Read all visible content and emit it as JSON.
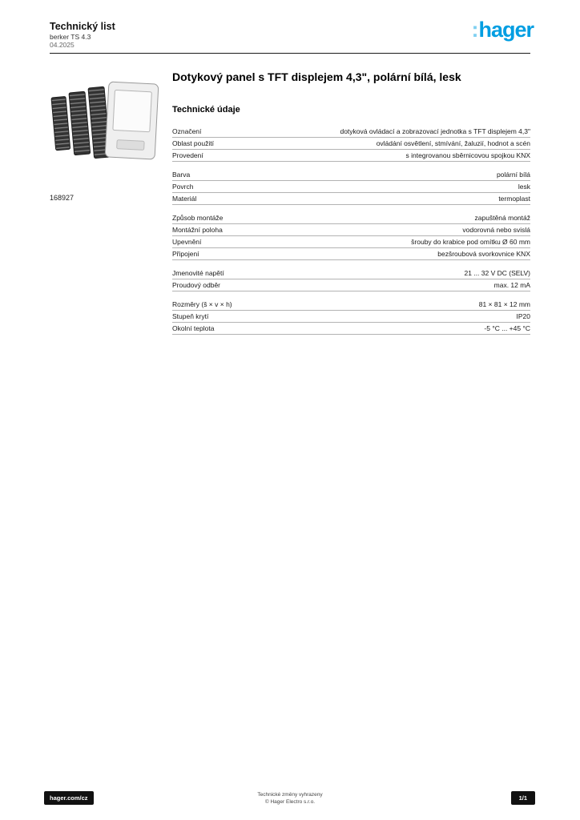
{
  "header": {
    "line1": "Technický list",
    "line2": "berker TS 4.3",
    "line3": "04.2025",
    "logo_text": "hager",
    "logo_colon": ":"
  },
  "product": {
    "reference": "168927",
    "title": "Dotykový panel s TFT displejem 4,3\", polární bílá, lesk",
    "image_name": "product-photo-frames-and-modules"
  },
  "specs": {
    "heading": "Technické údaje",
    "groups": [
      {
        "rows": [
          {
            "label": "Označení",
            "value": "dotyková ovládací a zobrazovací jednotka s TFT displejem 4,3\""
          },
          {
            "label": "Oblast použití",
            "value": "ovládání osvětlení, stmívání, žaluzií, hodnot a scén"
          },
          {
            "label": "Provedení",
            "value": "s integrovanou sběrnicovou spojkou KNX"
          }
        ]
      },
      {
        "rows": [
          {
            "label": "Barva",
            "value": "polární bílá"
          },
          {
            "label": "Povrch",
            "value": "lesk"
          },
          {
            "label": "Materiál",
            "value": "termoplast"
          }
        ]
      },
      {
        "rows": [
          {
            "label": "Způsob montáže",
            "value": "zapuštěná montáž"
          },
          {
            "label": "Montážní poloha",
            "value": "vodorovná nebo svislá"
          },
          {
            "label": "Upevnění",
            "value": "šrouby do krabice pod omítku Ø 60 mm"
          },
          {
            "label": "Připojení",
            "value": "bezšroubová svorkovnice KNX"
          }
        ]
      },
      {
        "rows": [
          {
            "label": "Jmenovité napětí",
            "value": "21 ... 32 V DC (SELV)"
          },
          {
            "label": "Proudový odběr",
            "value": "max. 12 mA"
          }
        ]
      },
      {
        "rows": [
          {
            "label": "Rozměry (š × v × h)",
            "value": "81 × 81 × 12 mm"
          },
          {
            "label": "Stupeň krytí",
            "value": "IP20"
          },
          {
            "label": "Okolní teplota",
            "value": "-5 °C ... +45 °C"
          }
        ]
      }
    ]
  },
  "footer": {
    "site": "hager.com/cz",
    "note1": "Technické změny vyhrazeny",
    "note2": "© Hager Electro s.r.o.",
    "page": "1/1"
  },
  "colors": {
    "brand_blue": "#009ee2",
    "rule_gray": "#b3b3b3"
  }
}
